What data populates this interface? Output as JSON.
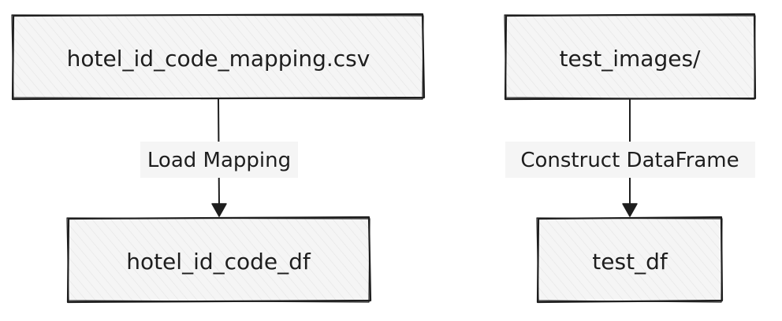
{
  "nodes": {
    "mapping_csv": {
      "label": "hotel_id_code_mapping.csv"
    },
    "test_images": {
      "label": "test_images/"
    },
    "code_df": {
      "label": "hotel_id_code_df"
    },
    "test_df": {
      "label": "test_df"
    }
  },
  "edges": {
    "load_mapping": {
      "label": "Load Mapping"
    },
    "construct_dataframe": {
      "label": "Construct DataFrame"
    }
  },
  "colors": {
    "stroke": "#1e1e1e",
    "node_fill": "#f5f5f5",
    "hatch": "#e4e4e4",
    "label_bg": "#f5f5f5"
  }
}
